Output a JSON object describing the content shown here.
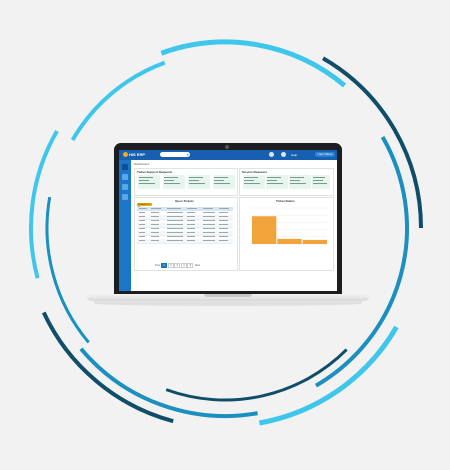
{
  "app": {
    "logo_text": "HIS ERP",
    "user_label": "User Name",
    "topbar_text": "Help"
  },
  "breadcrumb": "Dashboard",
  "panels": {
    "left_title": "Ticket Support Requests",
    "right_title": "Service Requests",
    "table_title": "Open Tickets",
    "chart_title": "Ticket Status",
    "chip_label": "Assigned to Me"
  },
  "pager": {
    "prev": "Prev",
    "next": "Next",
    "pages": [
      "1",
      "2",
      "3",
      "4",
      "5"
    ],
    "current": "1"
  },
  "colors": {
    "ring_dark": "#0f4d68",
    "ring_mid": "#1a8fc0",
    "ring_light": "#3ec6ec",
    "accent": "#1760b0",
    "bar": "#f0a43a"
  },
  "chart_data": {
    "type": "bar",
    "categories": [
      "",
      "",
      ""
    ],
    "values": [
      27,
      5,
      4
    ],
    "ylim": [
      0,
      35
    ],
    "grid": true
  }
}
